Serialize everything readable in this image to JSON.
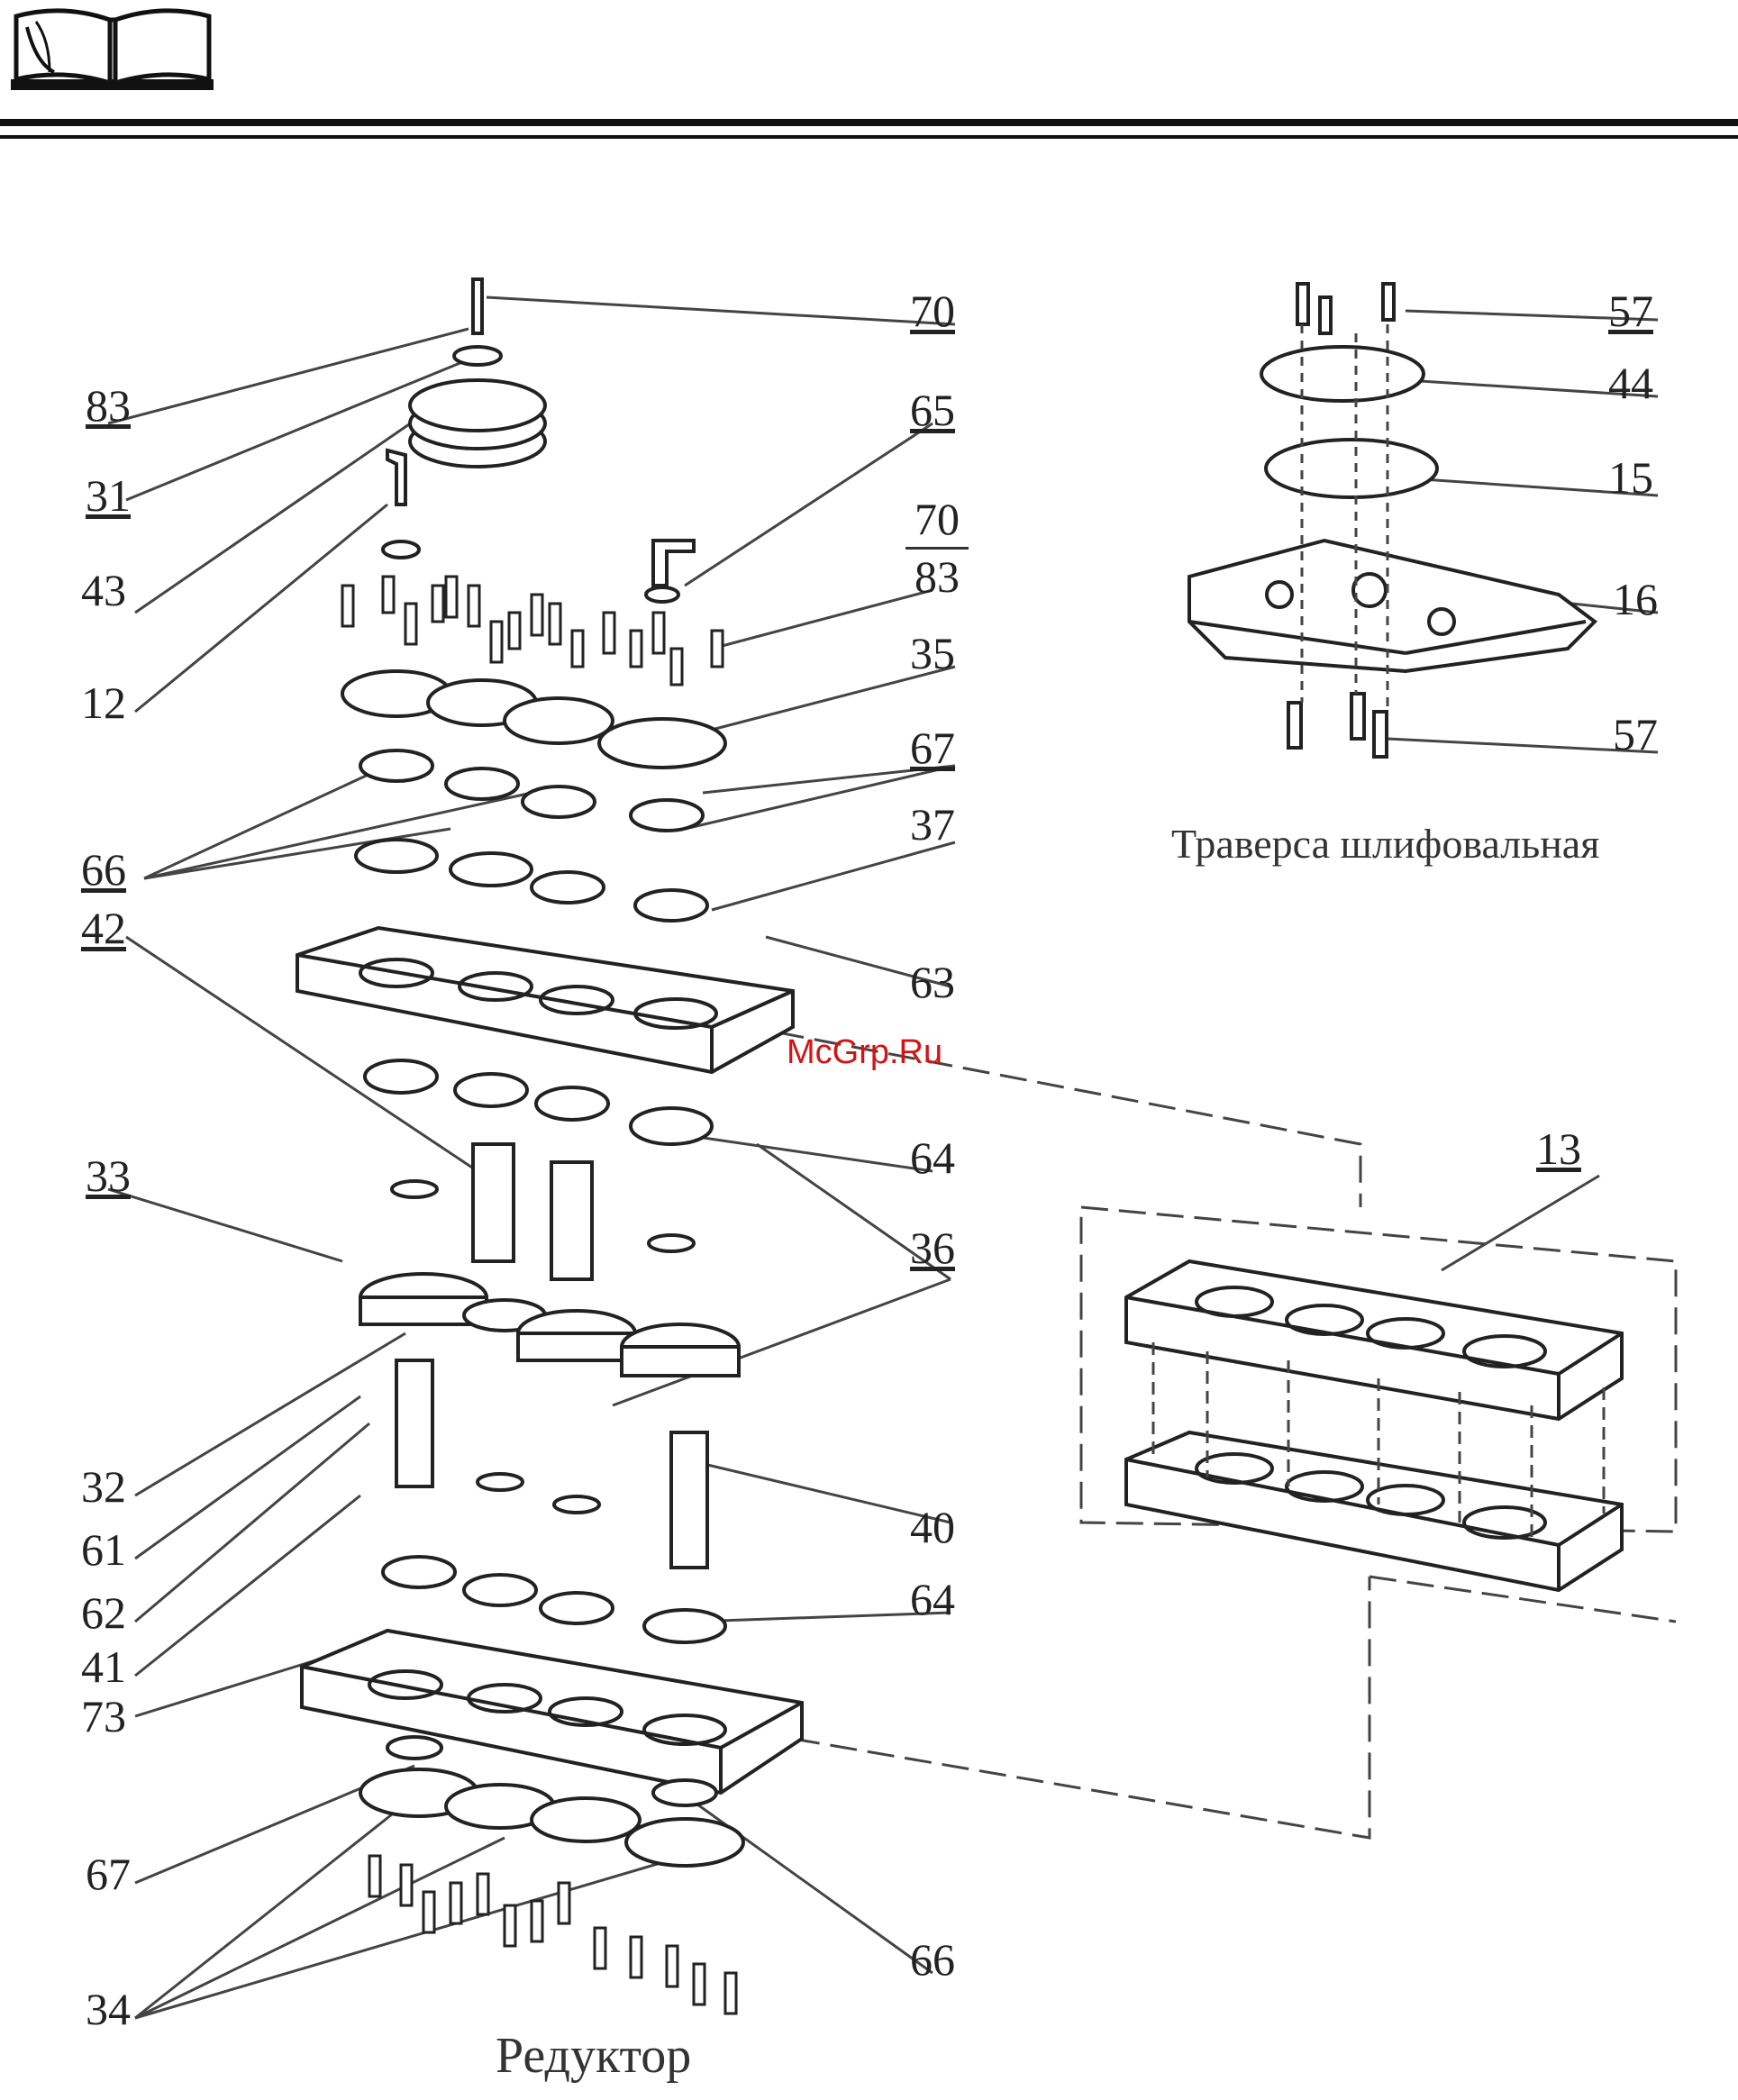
{
  "watermark": "McGrp.Ru",
  "captions": {
    "reducer": "Редуктор",
    "traverse": "Траверса шлифовальная"
  },
  "labels": {
    "n70_top": "70",
    "n83": "83",
    "n31": "31",
    "n43": "43",
    "n12": "12",
    "n65": "65",
    "n70_frac": "70",
    "n83_frac": "83",
    "n35": "35",
    "n67_top": "67",
    "n66_top": "66",
    "n37": "37",
    "n42": "42",
    "n63": "63",
    "n64_top": "64",
    "n33": "33",
    "n36": "36",
    "n32": "32",
    "n61": "61",
    "n62": "62",
    "n41": "41",
    "n40": "40",
    "n64_bot": "64",
    "n73": "73",
    "n67_bot": "67",
    "n66_bot": "66",
    "n34": "34",
    "n13": "13",
    "n57_top": "57",
    "n44": "44",
    "n15": "15",
    "n16": "16",
    "n57_bot": "57"
  },
  "icons": {
    "header_logo": "open-book-icon"
  }
}
